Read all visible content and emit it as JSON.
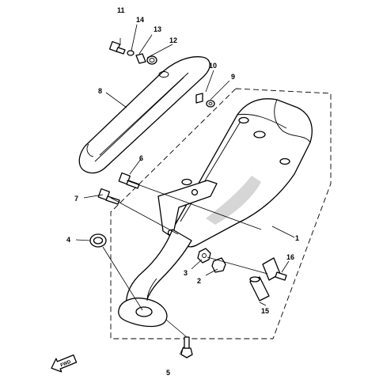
{
  "callouts": {
    "c1": "1",
    "c2": "2",
    "c3": "3",
    "c4": "4",
    "c5": "5",
    "c6": "6",
    "c7": "7",
    "c8": "8",
    "c9": "9",
    "c10": "10",
    "c11": "11",
    "c12": "12",
    "c13": "13",
    "c14": "14",
    "c15": "15",
    "c16": "16"
  },
  "direction_marker": {
    "label": "FWD",
    "icon": "forward-arrow-icon"
  }
}
